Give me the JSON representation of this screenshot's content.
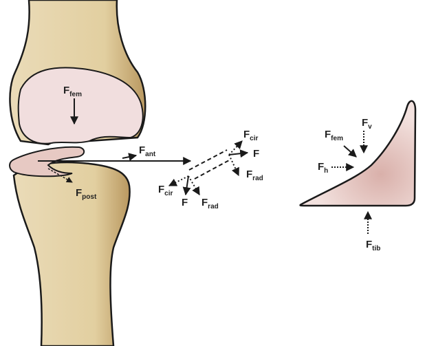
{
  "colors": {
    "bone": "#e3d2a8",
    "bone_shadow": "#b89a62",
    "cartilage": "#f1dede",
    "meniscus": "#e7c9c3",
    "outline": "#1a1a1a"
  },
  "labels": {
    "f_fem": {
      "main": "F",
      "sub": "fem"
    },
    "f_ant": {
      "main": "F",
      "sub": "ant"
    },
    "f_post": {
      "main": "F",
      "sub": "post"
    },
    "vec_top_cir": {
      "main": "F",
      "sub": "cir"
    },
    "vec_top_f": {
      "main": "F",
      "sub": ""
    },
    "vec_top_rad": {
      "main": "F",
      "sub": "rad"
    },
    "vec_bot_cir": {
      "main": "F",
      "sub": "cir"
    },
    "vec_bot_f": {
      "main": "F",
      "sub": ""
    },
    "vec_bot_rad": {
      "main": "F",
      "sub": "rad"
    },
    "tri_fem": {
      "main": "F",
      "sub": "fem"
    },
    "tri_v": {
      "main": "F",
      "sub": "v"
    },
    "tri_h": {
      "main": "F",
      "sub": "h"
    },
    "tri_tib": {
      "main": "F",
      "sub": "tib"
    }
  }
}
